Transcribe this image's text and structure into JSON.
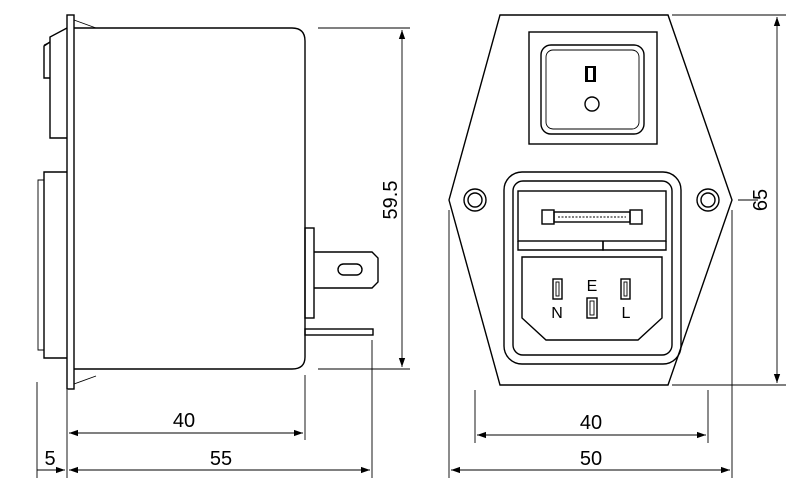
{
  "dimensions": {
    "side_height": "59.5",
    "side_body_depth": "40",
    "side_flange": "5",
    "side_total_depth": "55",
    "front_height": "65",
    "front_mount_spacing": "40",
    "front_width": "50"
  },
  "socket_labels": {
    "neutral": "N",
    "earth": "E",
    "live": "L"
  }
}
